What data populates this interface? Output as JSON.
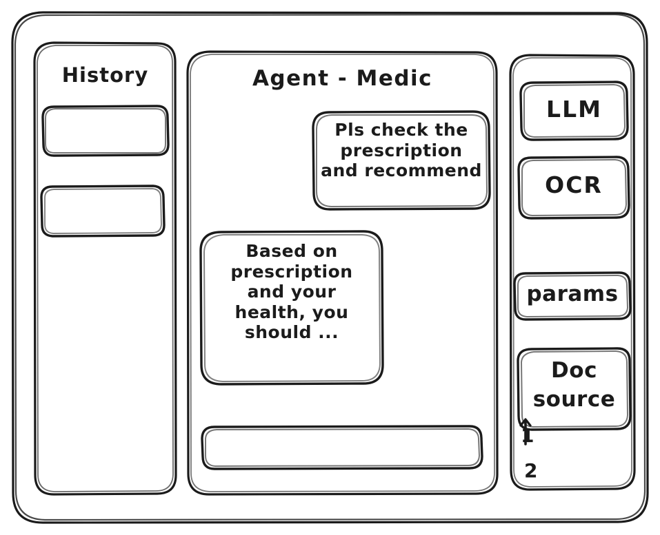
{
  "window": {
    "frame_name": "app-window-frame"
  },
  "history": {
    "title": "History",
    "items": [
      {
        "label": ""
      },
      {
        "label": ""
      }
    ]
  },
  "chat": {
    "title": "Agent - Medic",
    "messages": [
      {
        "role": "user",
        "text": "Pls check the\nprescription\nand recommend"
      },
      {
        "role": "agent",
        "text": "Based on\nprescription\nand your\nhealth, you\nshould ..."
      }
    ],
    "input": {
      "value": "",
      "placeholder": ""
    }
  },
  "tools": {
    "buttons": [
      {
        "label": "LLM"
      },
      {
        "label": "OCR"
      },
      {
        "label": "params"
      }
    ],
    "doc_source": {
      "label": "Doc\nsource",
      "items": [
        "1",
        "2"
      ]
    }
  },
  "colors": {
    "ink": "#1b1b1b",
    "background": "#ffffff"
  }
}
